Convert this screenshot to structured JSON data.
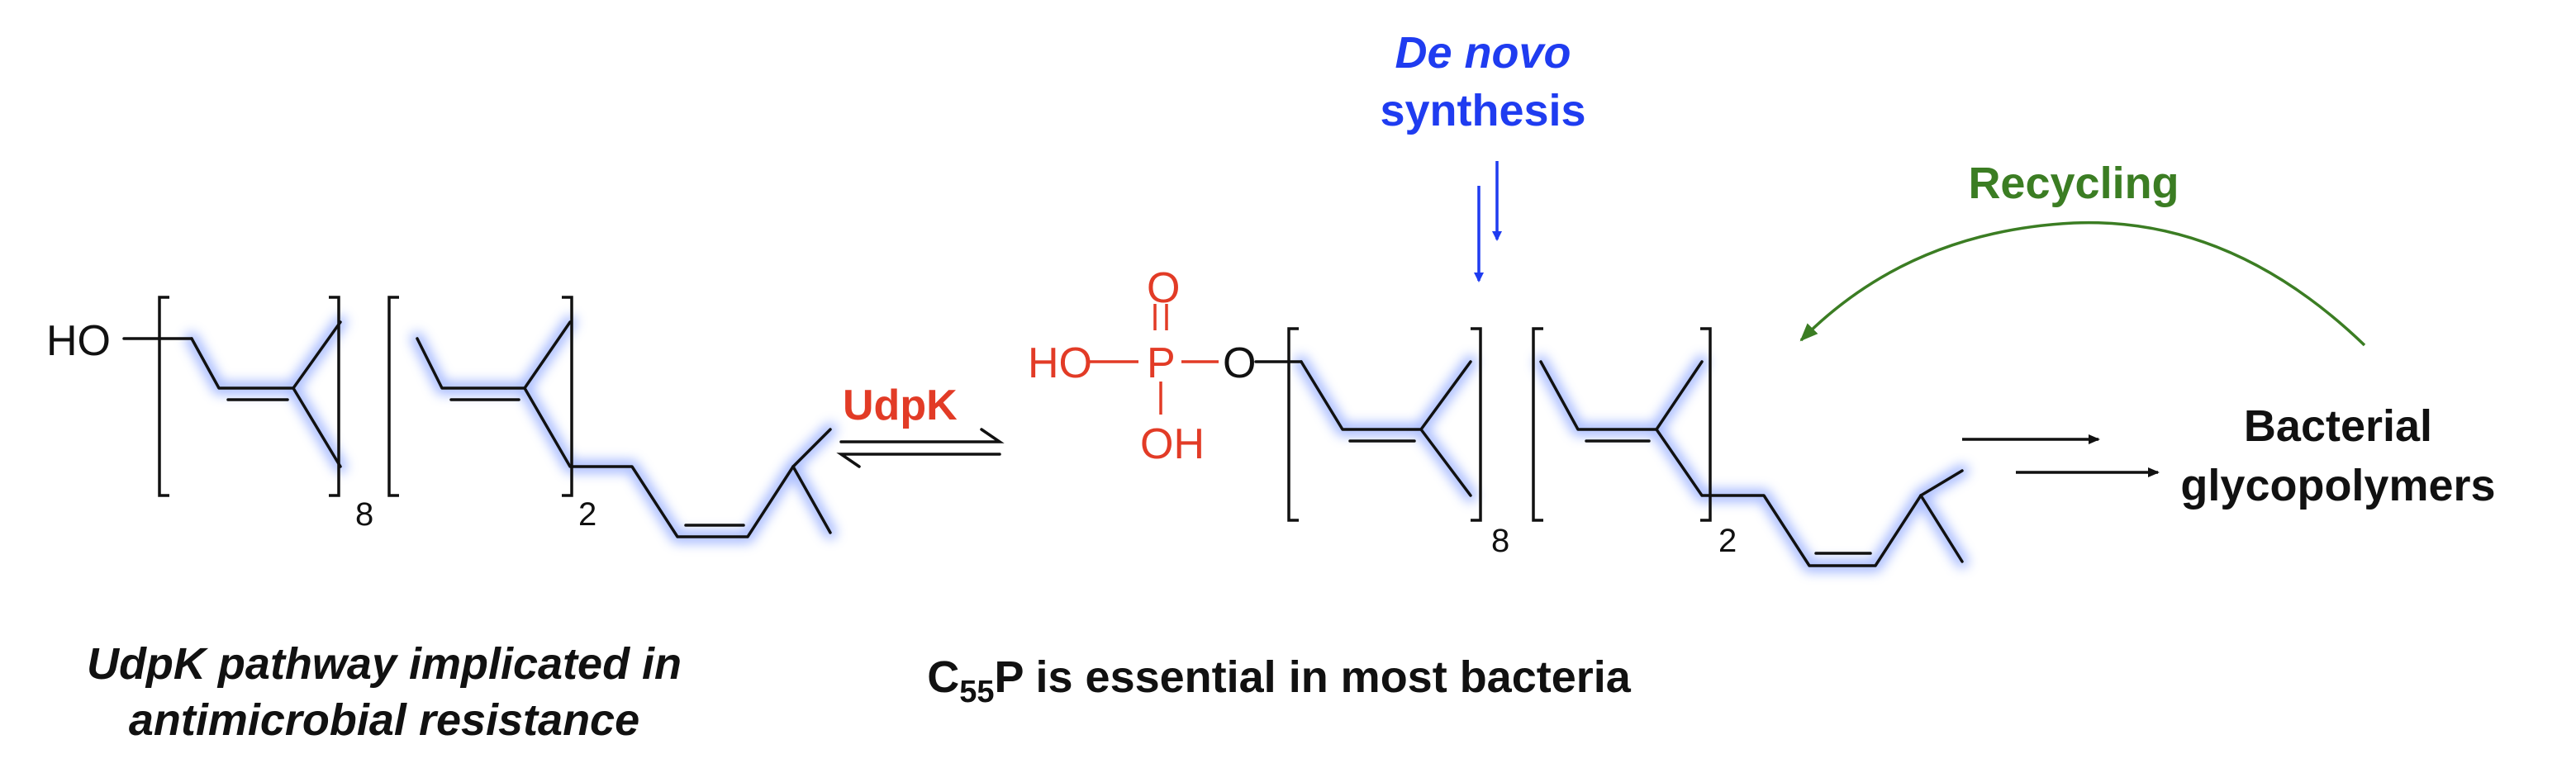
{
  "left_molecule": {
    "hydroxyl": "HO",
    "repeat_count_a": "8",
    "repeat_count_b": "2"
  },
  "equilibrium": {
    "enzyme": "UdpK"
  },
  "right_molecule": {
    "phosphate": {
      "oxo": "O",
      "hydroxyl_left": "HO",
      "phosphorus": "P",
      "hydroxyl_bottom": "OH",
      "bridging_oxygen": "O"
    },
    "repeat_count_a": "8",
    "repeat_count_b": "2"
  },
  "de_novo": {
    "line1": "De novo",
    "line2": "synthesis"
  },
  "recycling": "Recycling",
  "product": {
    "line1": "Bacterial",
    "line2": "glycopolymers"
  },
  "captions": {
    "left_line1": "UdpK pathway implicated in",
    "left_line2": "antimicrobial resistance",
    "right_prefix": "C",
    "right_subscript": "55",
    "right_suffix": "P is essential in most bacteria"
  },
  "colors": {
    "bond": "#111111",
    "glow": "#8aa4ff",
    "enzyme_red": "#e23b26",
    "de_novo_blue": "#1f3cf0",
    "recycling_green": "#3b7d23"
  }
}
